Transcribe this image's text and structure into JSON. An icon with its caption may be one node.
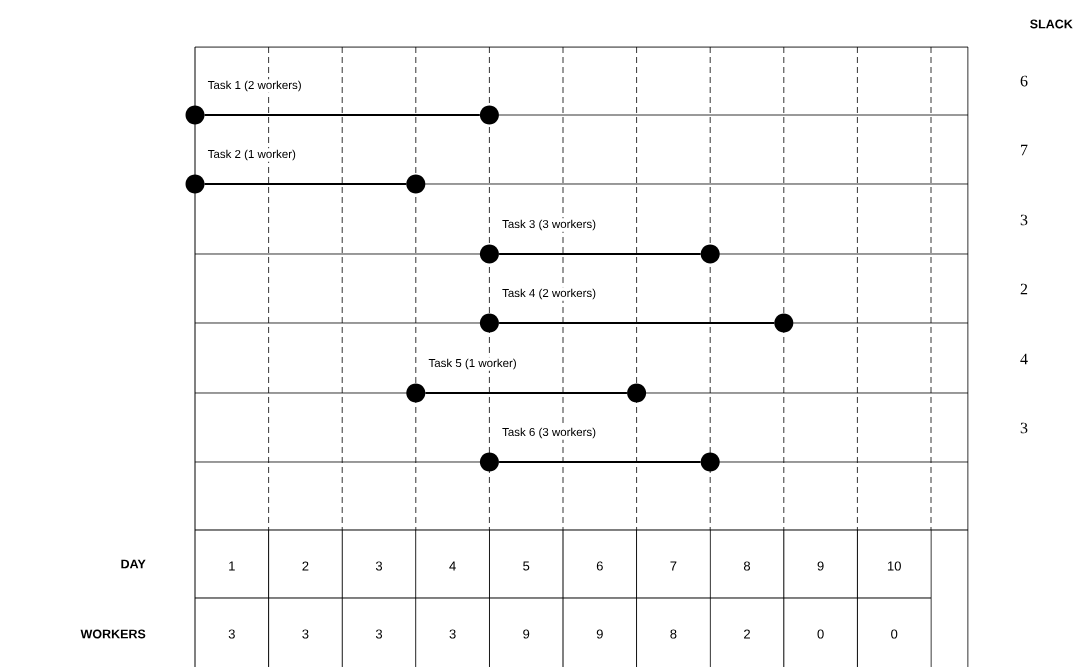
{
  "diagram": {
    "nodes": [
      {
        "text": [],
        "shape": "circle"
      },
      {
        "text": [],
        "shape": "circle"
      },
      {
        "text": [],
        "shape": "circle"
      },
      {
        "text": [],
        "shape": "circle"
      },
      {
        "text": [],
        "shape": "circle"
      },
      {
        "text": [],
        "shape": "circle"
      },
      {
        "text": [],
        "shape": "circle"
      },
      {
        "text": [],
        "shape": "circle"
      },
      {
        "text": [],
        "shape": "circle"
      },
      {
        "text": [],
        "shape": "circle"
      },
      {
        "text": [],
        "shape": "circle"
      },
      {
        "text": [],
        "shape": "circle"
      }
    ],
    "edges": [
      {
        "from": 0,
        "to": 1,
        "arrow": "none",
        "label": "Task 1 (2 workers)"
      },
      {
        "from": 2,
        "to": 3,
        "arrow": "none",
        "label": "Task 2 (1 worker)"
      },
      {
        "from": 4,
        "to": 5,
        "arrow": "none",
        "label": "Task 3 (3 workers)"
      },
      {
        "from": 6,
        "to": 7,
        "arrow": "none",
        "label": "Task 4 (2 workers)"
      },
      {
        "from": 8,
        "to": 9,
        "arrow": "none",
        "label": "Task 5 (1 worker)"
      },
      {
        "from": 10,
        "to": 11,
        "arrow": "none",
        "label": "Task 6 (3 workers)"
      }
    ],
    "labels": [
      "SLACK",
      "6",
      "7",
      "3",
      "2",
      "4",
      "3",
      "DAY",
      "1",
      "2",
      "3",
      "4",
      "5",
      "6",
      "7",
      "8",
      "9",
      "10",
      "WORKERS",
      "3",
      "3",
      "3",
      "3",
      "9",
      "9",
      "8",
      "2",
      "0",
      "0"
    ]
  }
}
